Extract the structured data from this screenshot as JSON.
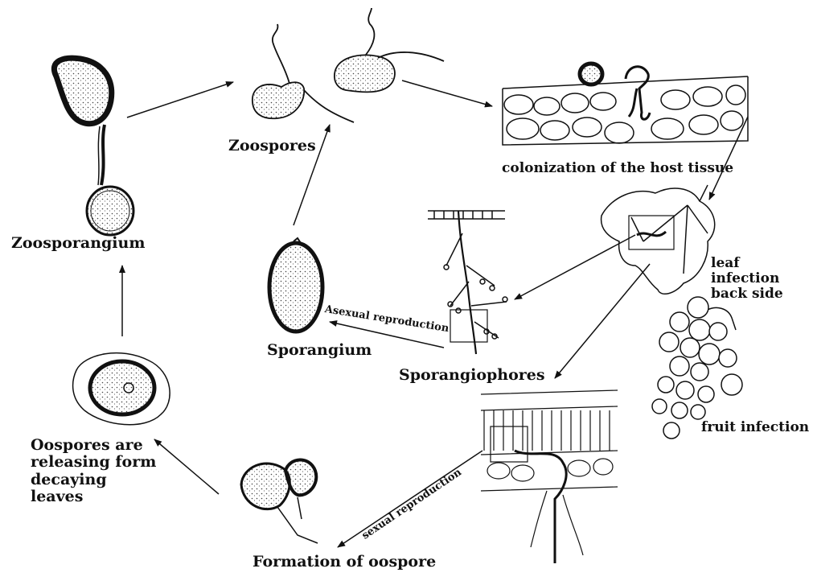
{
  "labels": {
    "zoosporangium": "Zoosporangium",
    "zoospores": "Zoospores",
    "colonization": "colonization of the host tissue",
    "leaf_infection": "leaf infection back side",
    "sporangium": "Sporangium",
    "asexual": "Asexual reproduction",
    "sporangiophores": "Sporangiophores",
    "fruit_infection": "fruit infection",
    "oospores_releasing": "Oospores are releasing form decaying leaves",
    "sexual": "sexual reproduction",
    "formation_oospore": "Formation of oospore"
  }
}
